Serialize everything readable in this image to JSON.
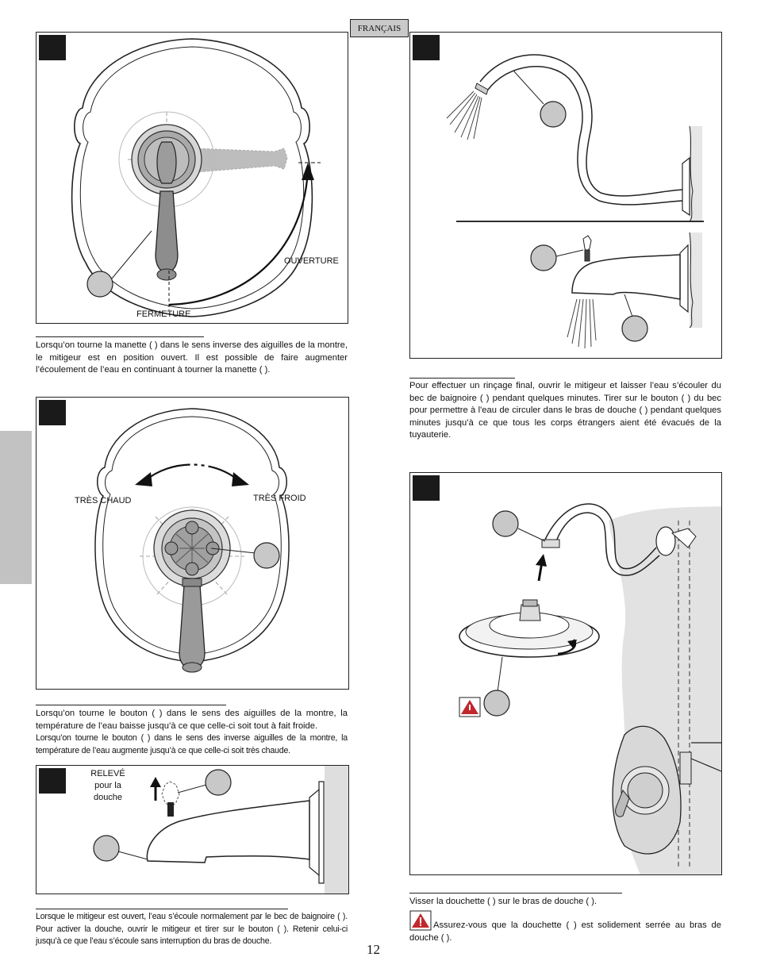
{
  "header": {
    "language_tab": "FRANÇAIS"
  },
  "page_number": "12",
  "panel1": {
    "label_open": "OUVERTURE",
    "label_closed": "FERMETURE",
    "caption": "Lorsqu’on tourne la manette (      ) dans le sens inverse des aiguilles de la montre, le mitigeur est en position ouvert. Il est possible de faire augmenter l’écoulement de l’eau en continuant à tourner la manette (      )."
  },
  "panel2": {
    "label_hot": "TRÈS CHAUD",
    "label_cold": "TRÈS FROID",
    "caption_a": "Lorsqu’on tourne le bouton (      ) dans le sens des aiguilles de la montre, la température de l’eau baisse jusqu’à ce que celle-ci soit tout à fait froide.",
    "caption_b": "Lorsqu’on tourne le bouton (      ) dans le sens des inverse aiguilles de la montre, la température de l’eau augmente jusqu’à ce que celle-ci soit très chaude."
  },
  "panel3": {
    "label_raised": "RELEVÉ",
    "label_for": "pour la",
    "label_shower": "douche",
    "caption": "Lorsque le mitigeur est ouvert, l’eau s’écoule normalement par le bec de baignoire (      ). Pour activer la douche, ouvrir le mitigeur et tirer sur le bouton (      ). Retenir celui-ci jusqu’à ce que l’eau s’écoule sans interruption du bras de douche."
  },
  "panel4": {
    "caption": "Pour effectuer un rinçage final, ouvrir le mitigeur et laisser l’eau s’écouler du bec de baignoire (      ) pendant quelques minutes. Tirer sur le bouton (      ) du bec pour permettre à l'eau de circuler dans le bras de douche (      ) pendant quelques minutes jusqu’à ce que tous les corps étrangers aient été évacués de la tuyauterie."
  },
  "panel5": {
    "caption": "Visser la douchette (      ) sur le bras de douche (      ).",
    "warning": "Assurez-vous que la douchette (      ) est solidement serrée au bras de douche (      )."
  },
  "colors": {
    "callout_gray": "#c8c8c8",
    "badge": "#1a1a1a",
    "wall_gray": "#dedede",
    "tab_gray": "#c2c2c2",
    "warning_red": "#c0282d"
  }
}
